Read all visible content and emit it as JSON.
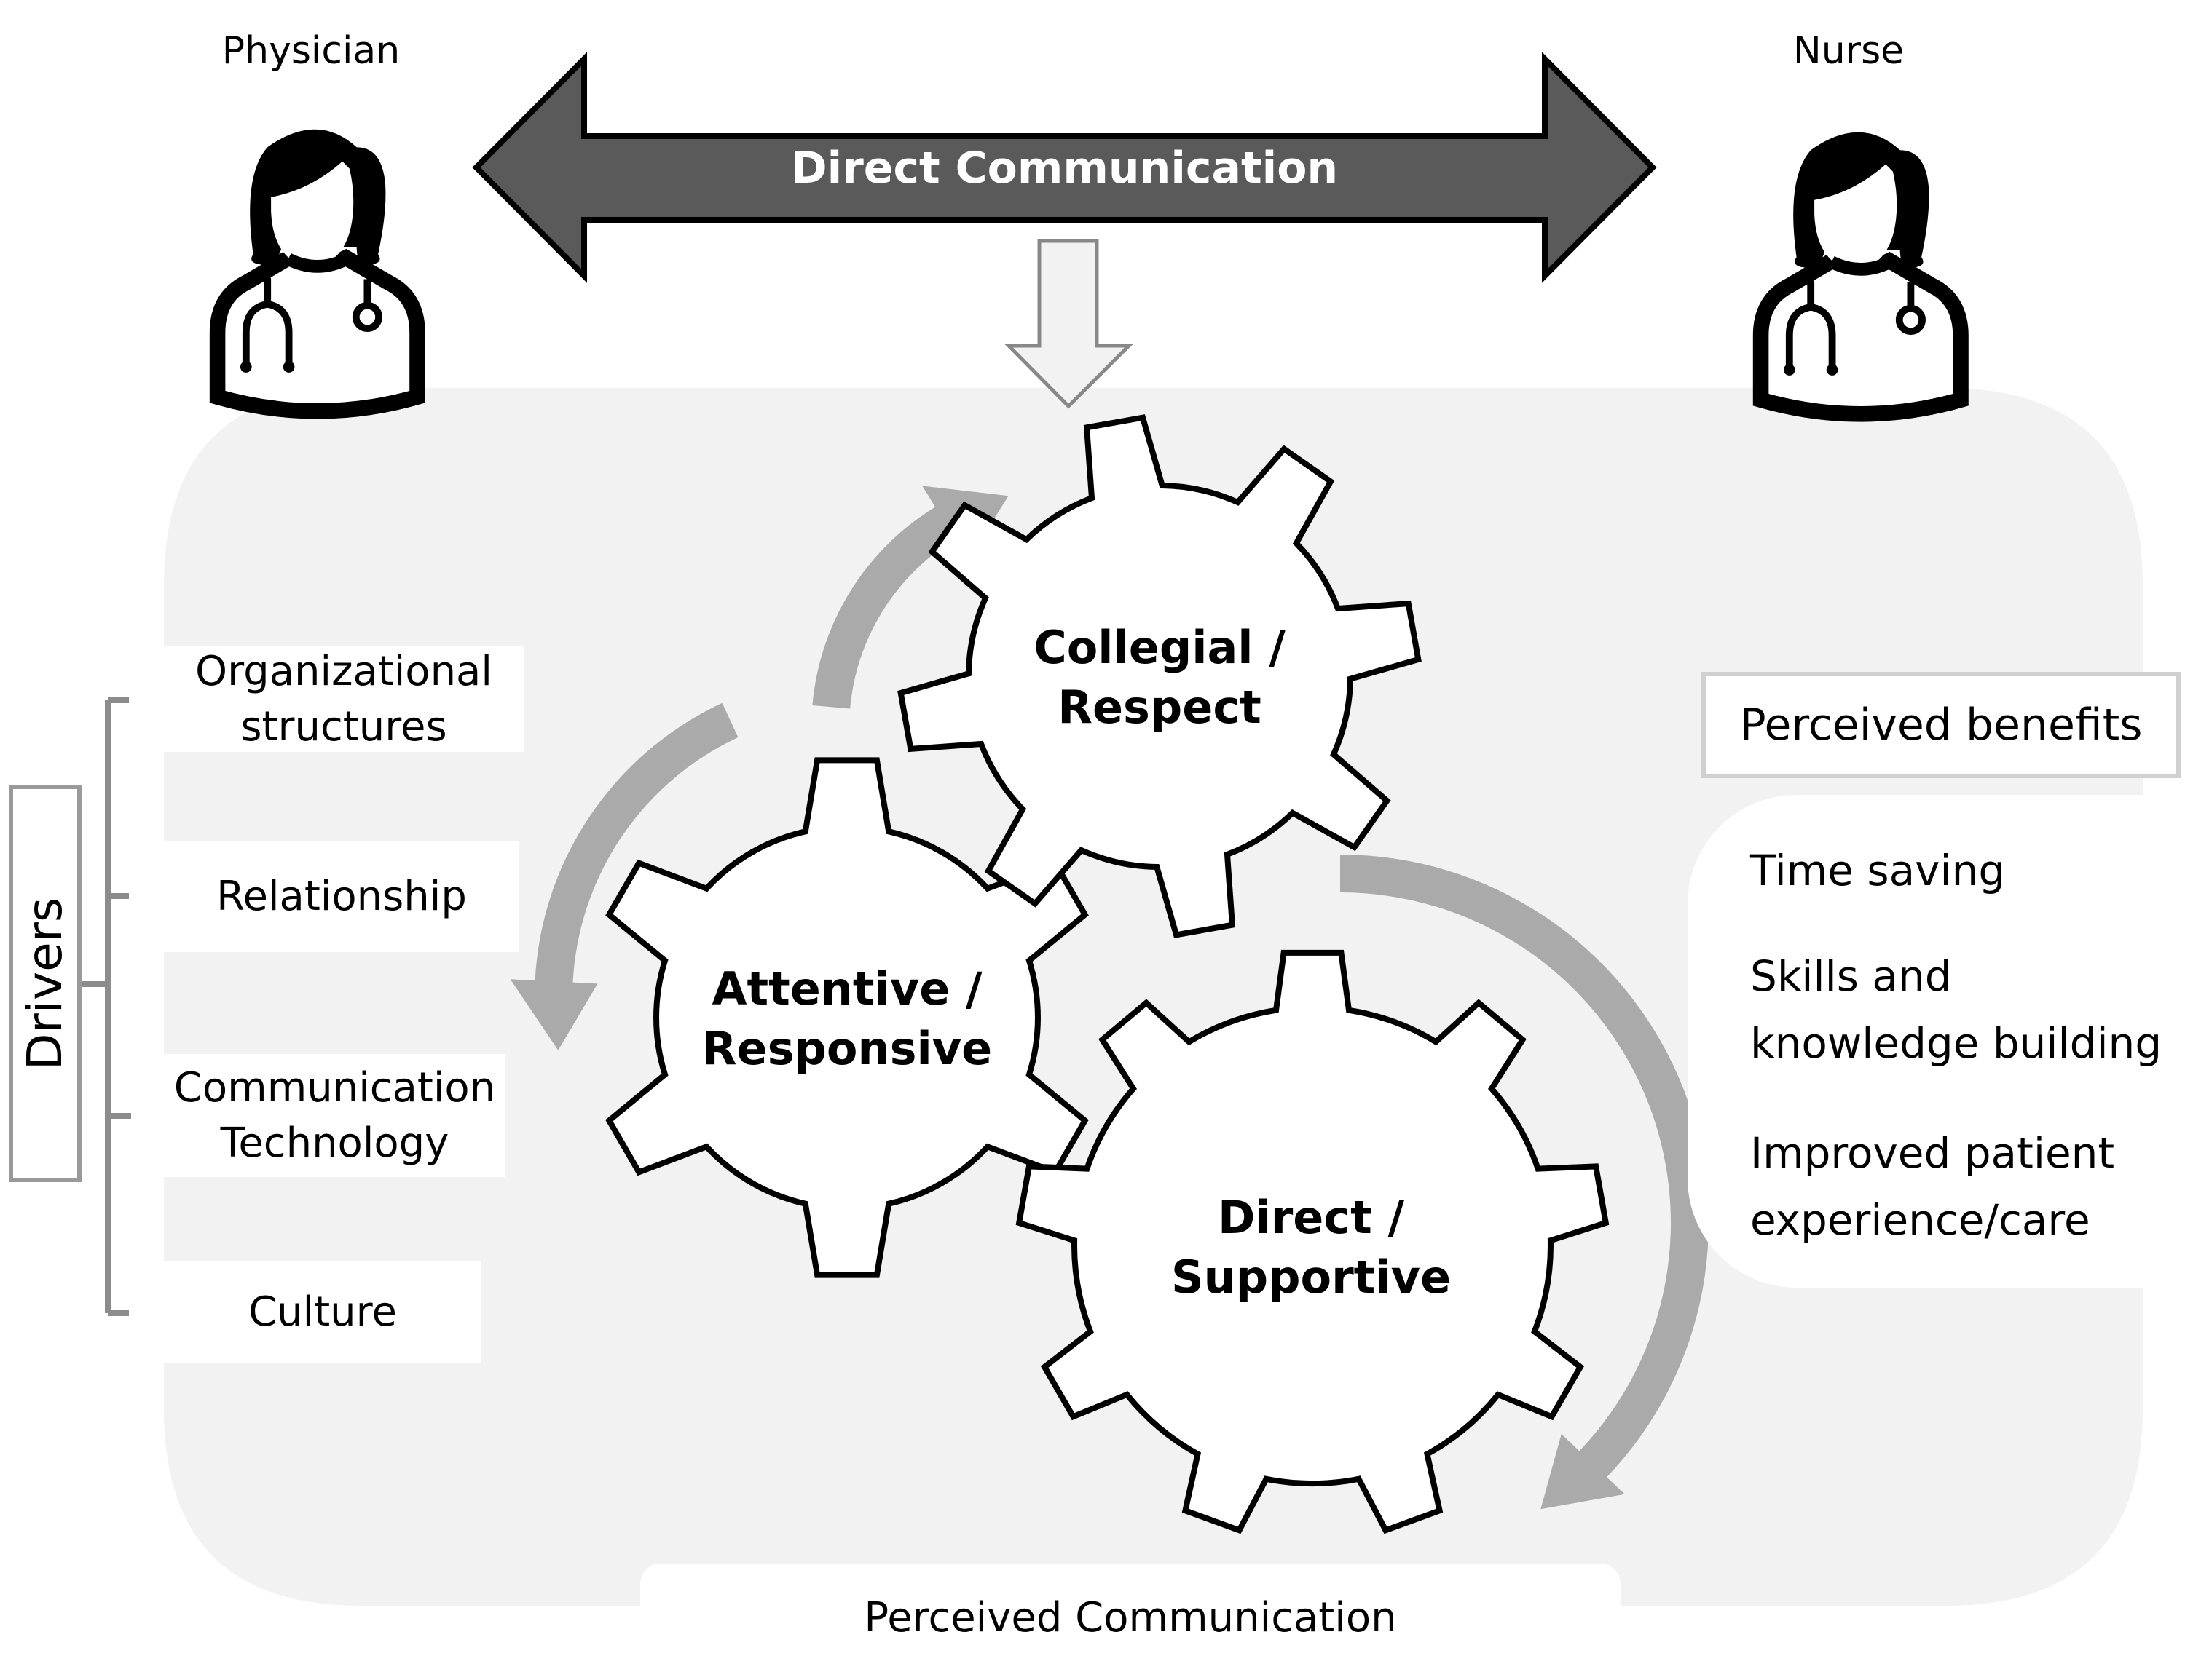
{
  "roles": {
    "left": {
      "label": "Physician",
      "icon": "physician-icon"
    },
    "right": {
      "label": "Nurse",
      "icon": "nurse-icon"
    }
  },
  "top_arrow": {
    "label": "Direct Communication",
    "type": "double-headed-arrow",
    "fill": "#5a5a5a"
  },
  "drivers": {
    "title": "Drivers",
    "items": [
      {
        "line1": "Organizational",
        "line2": "structures"
      },
      {
        "line1": "Relationship",
        "line2": ""
      },
      {
        "line1": "Communication",
        "line2": "Technology"
      },
      {
        "line1": "Culture",
        "line2": ""
      }
    ]
  },
  "gears": [
    {
      "line1": "Collegial /",
      "line2": "Respect"
    },
    {
      "line1": "Attentive /",
      "line2": "Responsive"
    },
    {
      "line1": "Direct /",
      "line2": "Supportive"
    }
  ],
  "benefits": {
    "title": "Perceived benefits",
    "items": [
      {
        "line1": "Time saving",
        "line2": ""
      },
      {
        "line1": "Skills and",
        "line2": "knowledge building"
      },
      {
        "line1": "Improved patient",
        "line2": "experience/care"
      }
    ]
  },
  "footer": {
    "label": "Perceived Communication"
  },
  "colors": {
    "panel": "#f2f2f2",
    "arrow_dark": "#5a5a5a",
    "cycle_arrow": "#aaaaaa",
    "bracket": "#8c8c8c",
    "outline": "#000000"
  }
}
